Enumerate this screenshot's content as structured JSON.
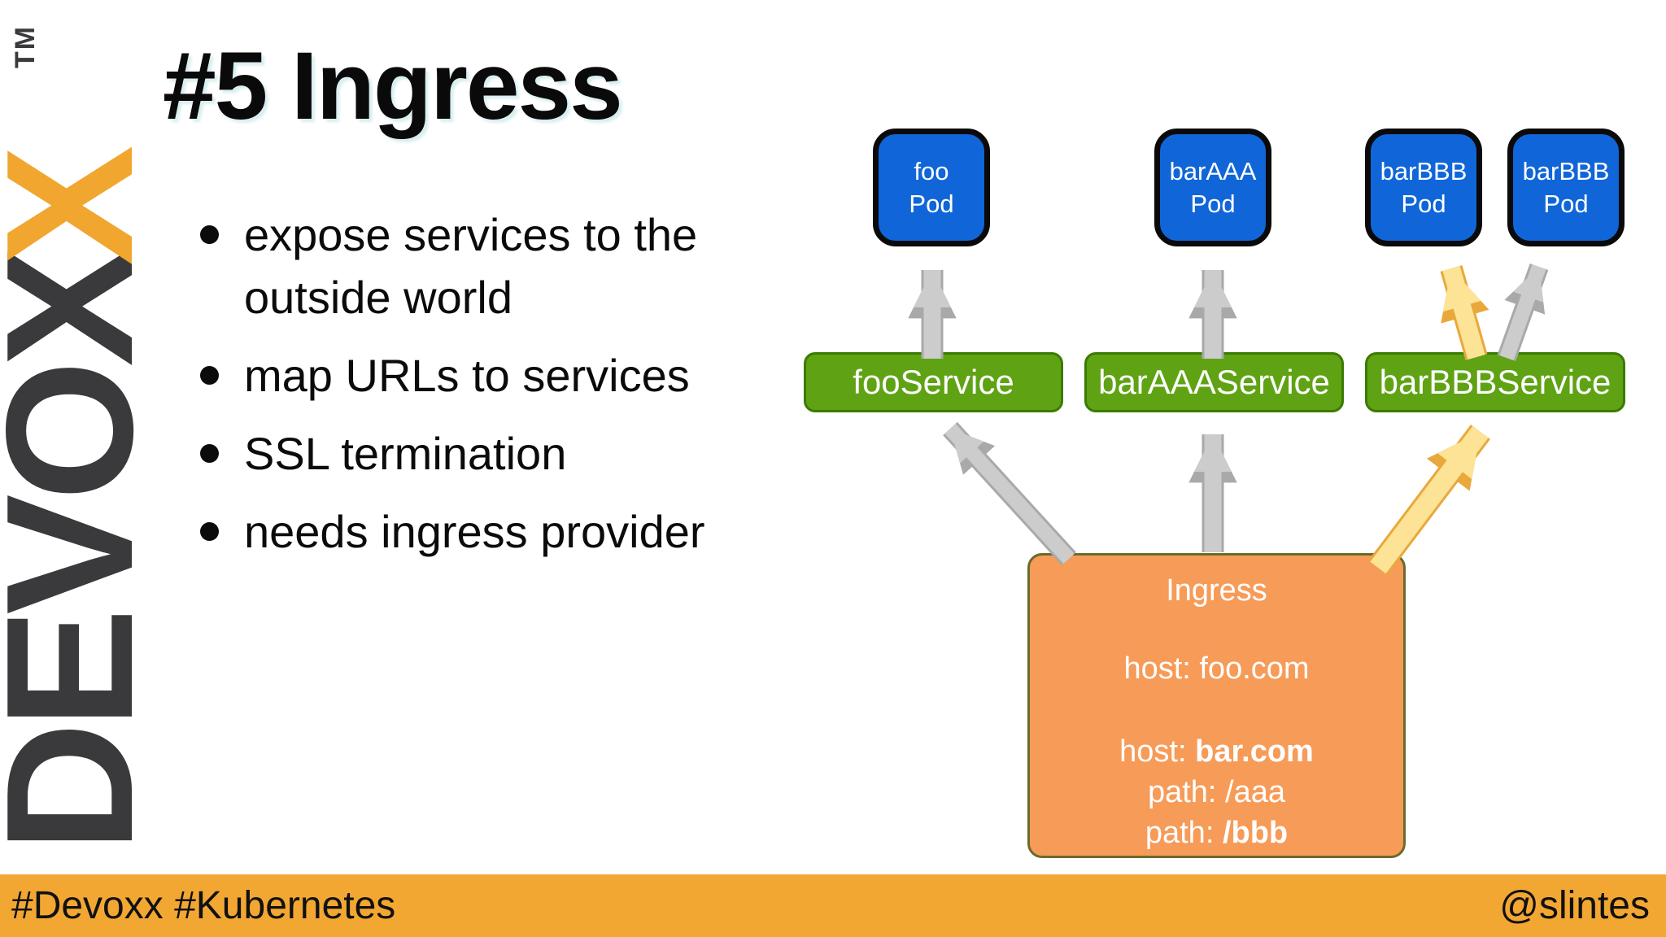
{
  "logo": {
    "tm": "TM",
    "letters": [
      "D",
      "E",
      "V",
      "O",
      "X",
      "X"
    ]
  },
  "header": {
    "title": "#5 Ingress"
  },
  "bullets": [
    "expose services to the outside world",
    "map URLs to services",
    "SSL termination",
    "needs ingress provider"
  ],
  "diagram": {
    "pods": [
      {
        "name": "foo",
        "type": "Pod"
      },
      {
        "name": "barAAA",
        "type": "Pod"
      },
      {
        "name": "barBBB",
        "type": "Pod"
      },
      {
        "name": "barBBB",
        "type": "Pod"
      }
    ],
    "services": [
      {
        "label": "fooService"
      },
      {
        "label": "barAAAService"
      },
      {
        "label": "barBBBService"
      }
    ],
    "ingress": {
      "title": "Ingress",
      "host1": "host: foo.com",
      "host2_prefix": "host: ",
      "host2_bold": "bar.com",
      "path1": "path: /aaa",
      "path2_prefix": "path: ",
      "path2_bold": "/bbb"
    }
  },
  "footer": {
    "left": "#Devoxx #Kubernetes",
    "right": "@slintes"
  },
  "colors": {
    "pod-fill": "#1066d8",
    "service-fill": "#5fa314",
    "service-border": "#3a7b02",
    "ingress-fill": "#f79b58",
    "ingress-border": "#6b6b2a",
    "arrow-gray": "#cccccc",
    "arrow-gray-edge": "#a9a9a9",
    "arrow-yellow": "#fce396",
    "arrow-yellow-edge": "#e9a83b",
    "footer-bar": "#f3a733",
    "logo-orange": "#f0a62f",
    "logo-dark": "#3a3a3c"
  }
}
